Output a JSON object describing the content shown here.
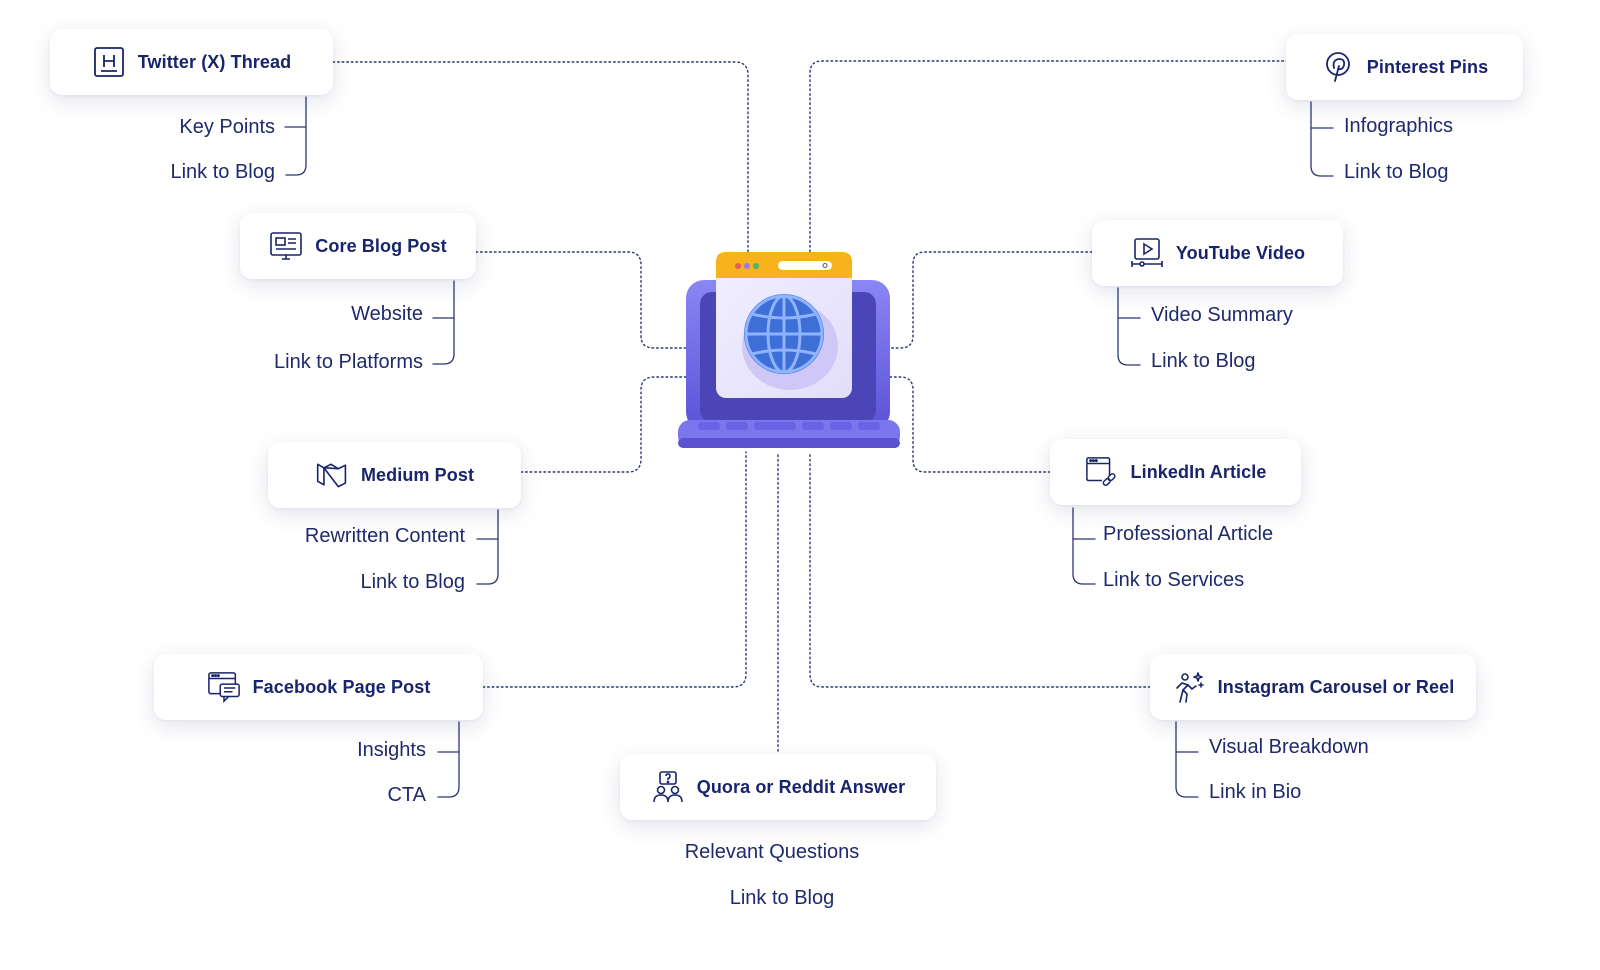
{
  "nodes": {
    "twitter": {
      "title": "Twitter (X) Thread",
      "icon": "heading-h-icon",
      "items": [
        "Key Points",
        "Link to Blog"
      ]
    },
    "blog": {
      "title": "Core Blog Post",
      "icon": "monitor-article-icon",
      "items": [
        "Website",
        "Link to Platforms"
      ]
    },
    "medium": {
      "title": "Medium Post",
      "icon": "medium-logo-icon",
      "items": [
        "Rewritten Content",
        "Link to Blog"
      ]
    },
    "facebook": {
      "title": "Facebook Page Post",
      "icon": "browser-chat-icon",
      "items": [
        "Insights",
        "CTA"
      ]
    },
    "quora": {
      "title": "Quora or Reddit Answer",
      "icon": "question-people-icon",
      "items": [
        "Relevant Questions",
        "Link to Blog"
      ]
    },
    "pinterest": {
      "title": "Pinterest Pins",
      "icon": "pinterest-logo-icon",
      "items": [
        "Infographics",
        "Link to Blog"
      ]
    },
    "youtube": {
      "title": "YouTube Video",
      "icon": "video-player-icon",
      "items": [
        "Video Summary",
        "Link to Blog"
      ]
    },
    "linkedin": {
      "title": "LinkedIn Article",
      "icon": "browser-link-icon",
      "items": [
        "Professional Article",
        "Link to Services"
      ]
    },
    "instagram": {
      "title": "Instagram Carousel or Reel",
      "icon": "sparkle-person-icon",
      "items": [
        "Visual Breakdown",
        "Link in Bio"
      ]
    }
  },
  "hub": {
    "icon": "laptop-globe-icon"
  },
  "colors": {
    "text": "#1e2a6b",
    "title": "#18246b",
    "connector": "#2b3675",
    "laptop": "#6a63e6",
    "browser_bar": "#f7b21c",
    "globe": "#3e6fd6"
  }
}
